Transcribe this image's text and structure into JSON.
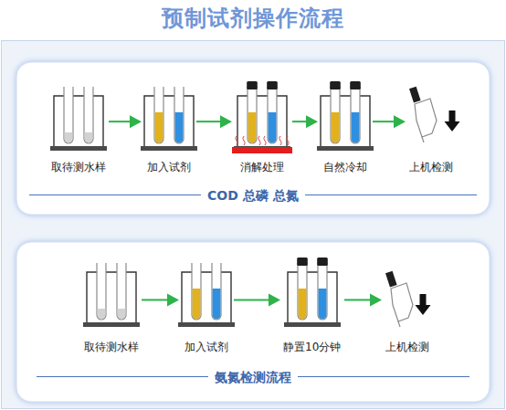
{
  "diagram": {
    "title": "预制试剂操作流程",
    "nodes": [
      {
        "text": [
          "COD 总磷 总氮"
        ]
      },
      {
        "text": [
          "取待测水样"
        ],
        "in": 0
      },
      {
        "text": [
          "加入试剂"
        ],
        "in": 0
      },
      {
        "text": [
          "消解处理"
        ],
        "in": 0
      },
      {
        "text": [
          "自然冷却"
        ],
        "in": 0
      },
      {
        "text": [
          "上机检测"
        ],
        "in": 0
      },
      {
        "text": [
          "氨氮检测流程"
        ]
      },
      {
        "text": [
          "取待测水样"
        ],
        "in": 6
      },
      {
        "text": [
          "加入试剂"
        ],
        "in": 6
      },
      {
        "text": [
          "静置10分钟"
        ],
        "in": 6
      },
      {
        "text": [
          "上机检测"
        ],
        "in": 6
      }
    ],
    "edges": [
      {
        "from": 1,
        "to": 2,
        "arrow": "to"
      },
      {
        "from": 2,
        "to": 3,
        "arrow": "to"
      },
      {
        "from": 3,
        "to": 4,
        "arrow": "to"
      },
      {
        "from": 4,
        "to": 5,
        "arrow": "to"
      },
      {
        "from": 7,
        "to": 8,
        "arrow": "to"
      },
      {
        "from": 8,
        "to": 9,
        "arrow": "to"
      },
      {
        "from": 9,
        "to": 10,
        "arrow": "to"
      }
    ]
  }
}
